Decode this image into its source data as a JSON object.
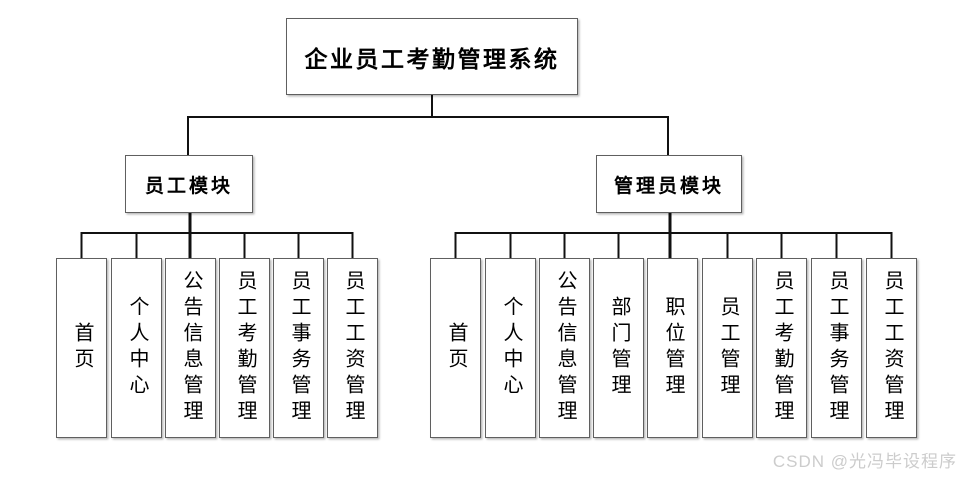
{
  "diagram": {
    "root": {
      "label": "企业员工考勤管理系统"
    },
    "modules": [
      {
        "label": "员工模块",
        "children": [
          "首页",
          "个人中心",
          "公告信息管理",
          "员工考勤管理",
          "员工事务管理",
          "员工工资管理"
        ]
      },
      {
        "label": "管理员模块",
        "children": [
          "首页",
          "个人中心",
          "公告信息管理",
          "部门管理",
          "职位管理",
          "员工管理",
          "员工考勤管理",
          "员工事务管理",
          "员工工资管理"
        ]
      }
    ]
  },
  "watermark": {
    "text": "CSDN @光冯毕设程序"
  },
  "colors": {
    "background": "#ffffff",
    "connector_line": "#111111",
    "node_border": "#5f5f5f",
    "node_fill": "#ffffff",
    "text": "#000000",
    "watermark": "#cccccc"
  }
}
